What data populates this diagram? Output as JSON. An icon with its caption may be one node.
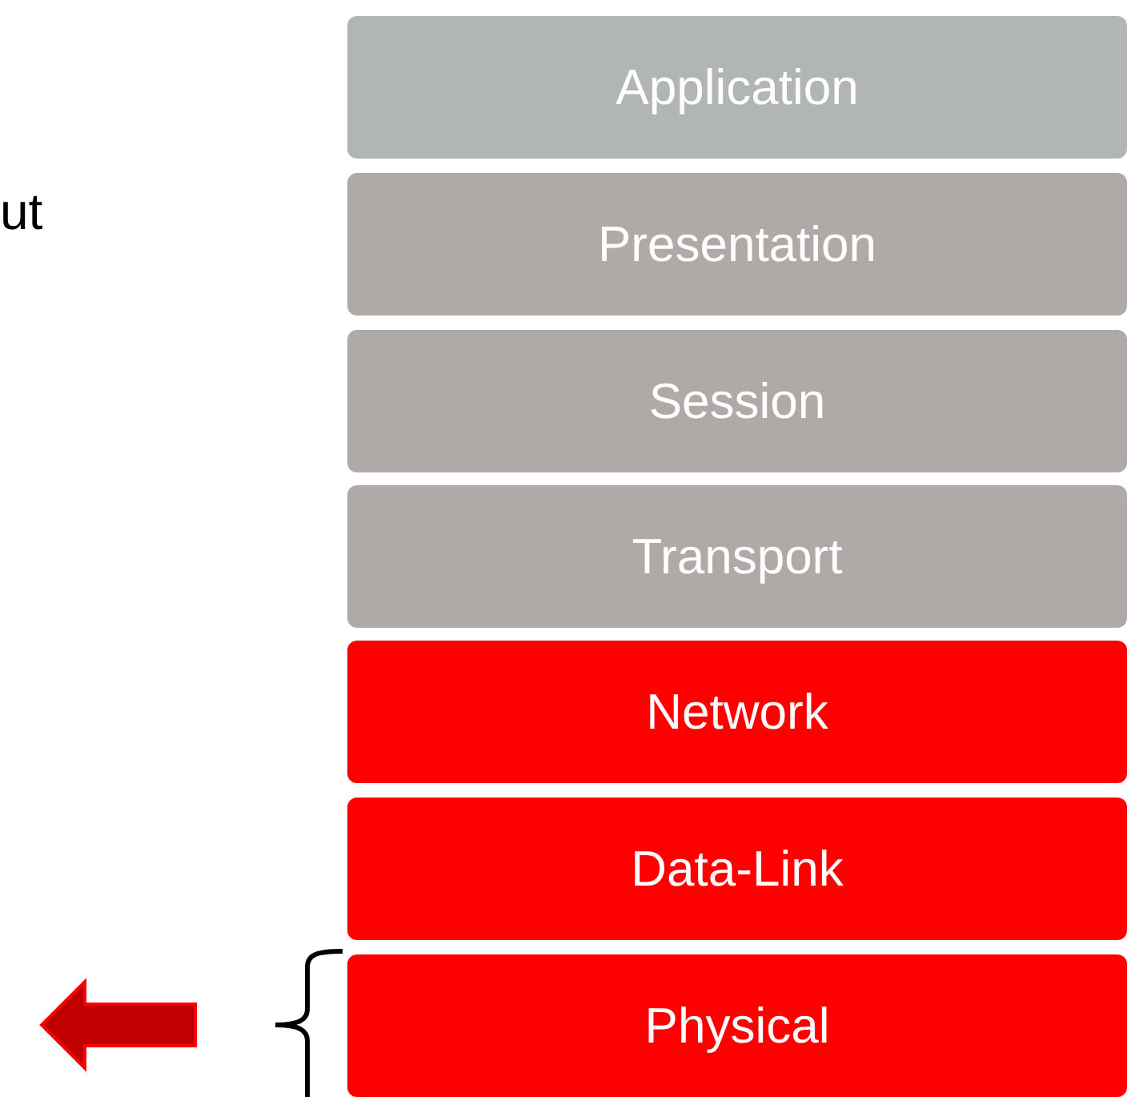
{
  "diagram": {
    "nodes": [
      {
        "text": [
          "Application"
        ]
      },
      {
        "text": [
          "Presentation"
        ]
      },
      {
        "text": [
          "Session"
        ]
      },
      {
        "text": [
          "Transport"
        ]
      },
      {
        "text": [
          "Network"
        ]
      },
      {
        "text": [
          "Data-Link"
        ]
      },
      {
        "text": [
          "Physical"
        ]
      }
    ],
    "labels": [
      "ut"
    ]
  }
}
